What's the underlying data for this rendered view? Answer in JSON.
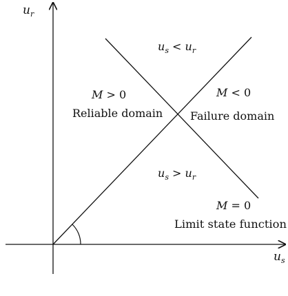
{
  "axes": {
    "y_label": "u",
    "y_label_sub": "r",
    "x_label": "u",
    "x_label_sub": "s"
  },
  "regions": {
    "top": {
      "a": "u",
      "a_sub": "s",
      "op": " < ",
      "b": "u",
      "b_sub": "r"
    },
    "bottom": {
      "a": "u",
      "a_sub": "s",
      "op": " > ",
      "b": "u",
      "b_sub": "r"
    },
    "left": {
      "var": "M",
      "cond": " > 0",
      "name": "Reliable domain"
    },
    "right": {
      "var": "M",
      "cond": " < 0",
      "name": "Failure domain"
    }
  },
  "limit_state": {
    "var": "M",
    "cond": " = 0",
    "name": "Limit state function"
  },
  "colors": {
    "line": "#111111",
    "background": "#ffffff"
  }
}
